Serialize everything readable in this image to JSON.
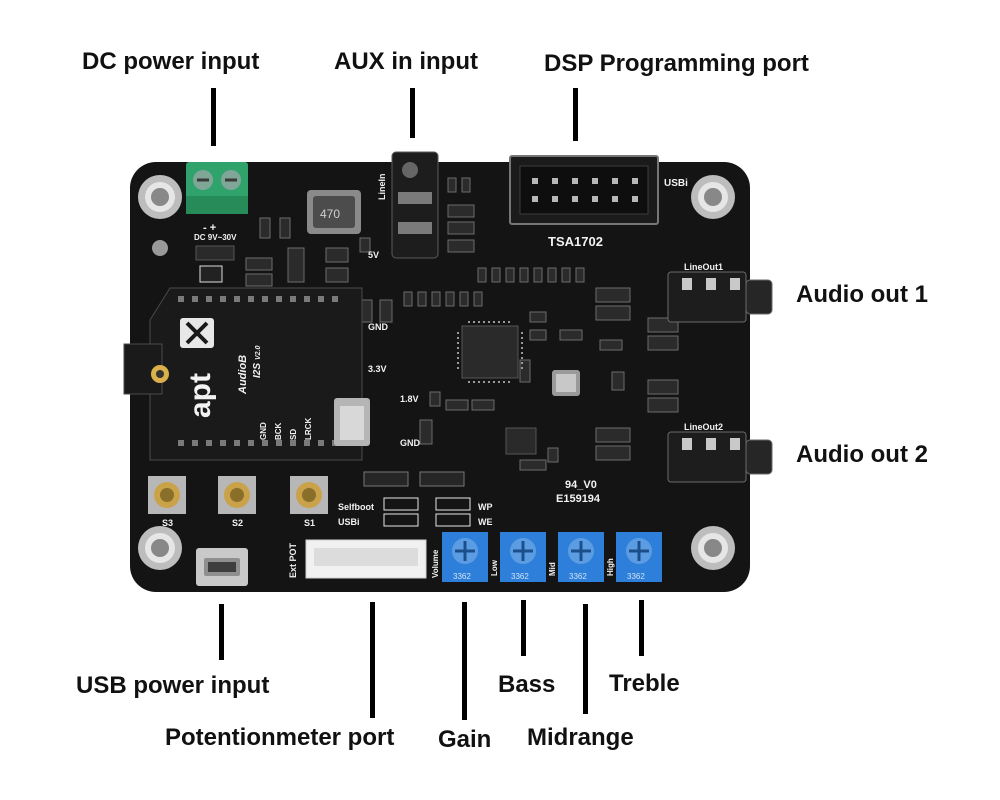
{
  "callouts": {
    "dc_power": "DC power input",
    "aux_in": "AUX in input",
    "dsp_port": "DSP Programming port",
    "audio_out_1": "Audio out 1",
    "audio_out_2": "Audio out 2",
    "usb_power": "USB power input",
    "pot_port": "Potentionmeter port",
    "gain": "Gain",
    "bass": "Bass",
    "midrange": "Midrange",
    "treble": "Treble"
  },
  "board_silkscreen": {
    "board_name": "TSA1702",
    "usbi_top": "USBi",
    "line_in": "LineIn",
    "dc_range": "DC 9V~30V",
    "inductor": "470",
    "v5": "5V",
    "lineout1": "LineOut1",
    "lineout2": "LineOut2",
    "gnd_1": "GND",
    "v33": "3.3V",
    "v18": "1.8V",
    "gnd_2": "GND",
    "module_brand": "apt",
    "module_name": "AudioB",
    "module_model": "I2S",
    "module_version": "V2.0",
    "pin_gnd": "GND",
    "pin_bck": "BCK",
    "pin_sd": "SD",
    "pin_lrck": "LRCK",
    "button_s3": "S3",
    "button_s2": "S2",
    "button_s1": "S1",
    "selfboot": "Selfboot",
    "usbi_jumper": "USBi",
    "wp": "WP",
    "we": "WE",
    "cert_1": "94_V0",
    "cert_2": "E159194",
    "ext_pot": "Ext POT",
    "pot_volume": "Volume",
    "pot_low": "Low",
    "pot_mid": "Mid",
    "pot_high": "High",
    "pot_code": "3362",
    "polarity": "- +"
  },
  "colors": {
    "pcb": "#141414",
    "terminal": "#2fa36b",
    "pot": "#2e7fd9",
    "header": "#f1f1f1"
  }
}
